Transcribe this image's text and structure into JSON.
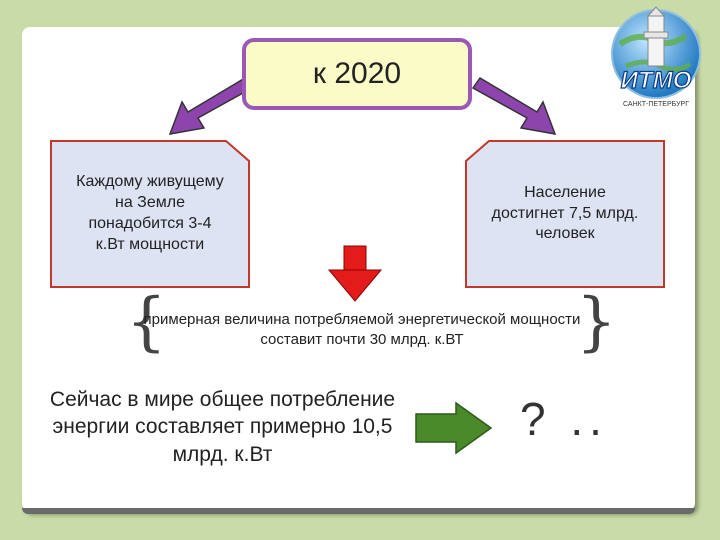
{
  "title_box": {
    "text": "к 2020"
  },
  "left_card": {
    "text": "Каждому живущему на Земле понадобится 3-4 к.Вт мощности"
  },
  "right_card": {
    "text": "Население достигнет 7,5 млрд. человек"
  },
  "estimate": {
    "text": "примерная величина потребляемой энергетической мощности составит почти 30 млрд. к.ВТ"
  },
  "current": {
    "text": "Сейчас в мире общее потребление энергии составляет примерно 10,5 млрд. к.Вт"
  },
  "question": {
    "text": "? .."
  },
  "logo": {
    "text": "ИТМО",
    "subtitle": "САНКТ-ПЕТЕРБУРГ"
  },
  "colors": {
    "background": "#c9dba6",
    "title_border": "#9b59b6",
    "title_fill": "#fbfbc7",
    "card_fill": "#dde3f2",
    "card_border": "#c0392b",
    "purple_arrow": "#8e44ad",
    "red_arrow": "#e31b1b",
    "green_arrow": "#4a8a2a"
  },
  "icons": [
    "purple-arrow-left-icon",
    "purple-arrow-right-icon",
    "red-down-arrow-icon",
    "green-right-arrow-icon",
    "itmo-globe-logo"
  ]
}
